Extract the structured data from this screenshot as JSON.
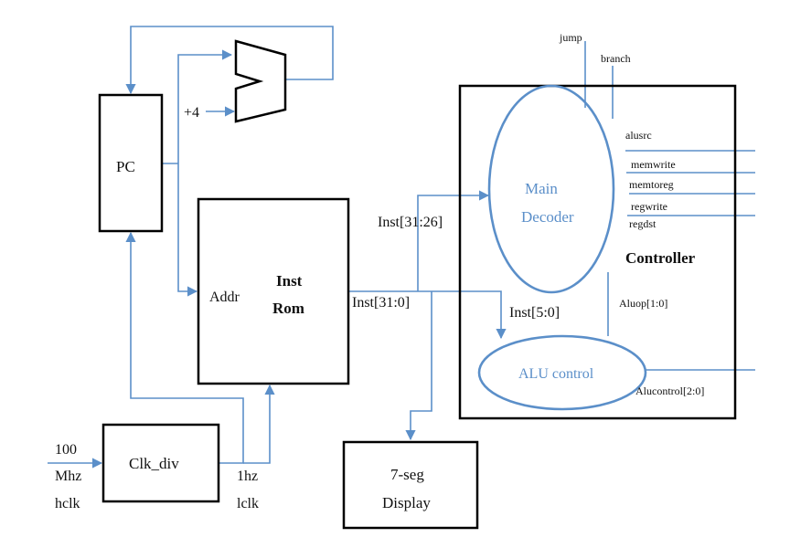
{
  "blocks": {
    "pc": "PC",
    "inst_rom": [
      "Inst",
      "Rom"
    ],
    "addr": "Addr",
    "clk_div": "Clk_div",
    "seven_seg": [
      "7-seg",
      "Display"
    ],
    "controller": "Controller",
    "main_decoder": [
      "Main",
      "Decoder"
    ],
    "alu_control": "ALU control"
  },
  "signals": {
    "plus4": "+4",
    "inst_31_0": "Inst[31:0]",
    "inst_31_26": "Inst[31:26]",
    "inst_5_0": "Inst[5:0]",
    "clk_in": [
      "100",
      "Mhz",
      "hclk"
    ],
    "clk_out": [
      "1hz",
      "lclk"
    ],
    "jump": "jump",
    "branch": "branch",
    "alusrc": "alusrc",
    "memwrite": "memwrite",
    "memtoreg": "memtoreg",
    "regwrite": "regwrite",
    "regdst": "regdst",
    "aluop": "Aluop[1:0]",
    "alucontrol": "Alucontrol[2:0]"
  },
  "colors": {
    "wire": "#5b8fc9",
    "block_border": "#000000",
    "ellipse": "#5b8fc9"
  }
}
